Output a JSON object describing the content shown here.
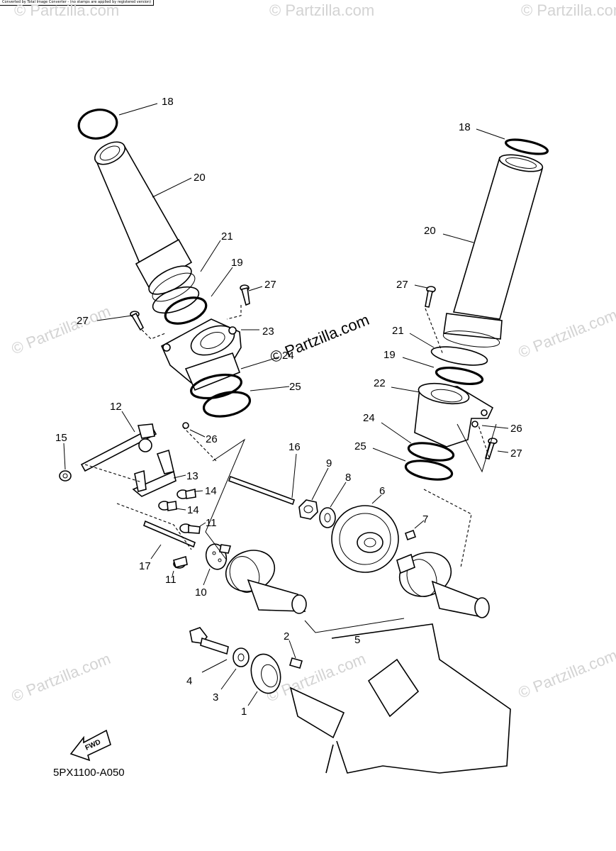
{
  "banner": "Converted by Total Image Converter - (no stamps are applied by registered version)",
  "watermark": "© Partzilla.com",
  "diagram_code": "5PX1100-A050",
  "fwd_label": "FWD",
  "callouts": {
    "c1": "1",
    "c2": "2",
    "c3": "3",
    "c4": "4",
    "c5": "5",
    "c6": "6",
    "c7": "7",
    "c8": "8",
    "c9": "9",
    "c10": "10",
    "c11a": "11",
    "c11b": "11",
    "c12": "12",
    "c13": "13",
    "c14a": "14",
    "c14b": "14",
    "c15": "15",
    "c16": "16",
    "c17": "17",
    "c18a": "18",
    "c18b": "18",
    "c19a": "19",
    "c19b": "19",
    "c20a": "20",
    "c20b": "20",
    "c21a": "21",
    "c21b": "21",
    "c22": "22",
    "c23": "23",
    "c24a": "24",
    "c24b": "24",
    "c25a": "25",
    "c25b": "25",
    "c26a": "26",
    "c26b": "26",
    "c27a": "27",
    "c27b": "27",
    "c27c": "27",
    "c27d": "27"
  }
}
